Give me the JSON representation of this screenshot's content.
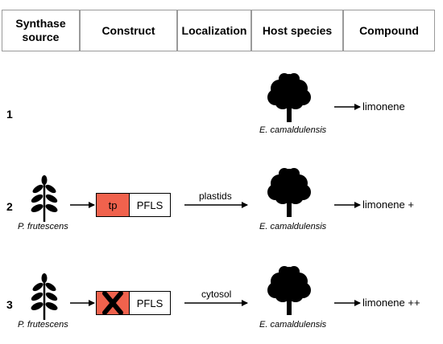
{
  "header": {
    "col1": "Synthase\nsource",
    "col2": "Construct",
    "col3": "Localization",
    "col4": "Host species",
    "col5": "Compound"
  },
  "rows": [
    {
      "number": "1",
      "host": "E. camaldulensis",
      "compound": "limonene"
    },
    {
      "number": "2",
      "source": "P. frutescens",
      "construct": {
        "tp_label": "tp",
        "gene_label": "PFLS"
      },
      "localization": "plastids",
      "host": "E. camaldulensis",
      "compound": "limonene +"
    },
    {
      "number": "3",
      "source": "P. frutescens",
      "construct": {
        "gene_label": "PFLS"
      },
      "localization": "cytosol",
      "host": "E. camaldulensis",
      "compound": "limonene ++"
    }
  ],
  "colors": {
    "transit_peptide": "#f0624d",
    "border": "#9a9a9a"
  },
  "icons": {
    "source": "plant-sprig-icon",
    "host": "tree-icon",
    "deletion": "x-mark-icon"
  }
}
